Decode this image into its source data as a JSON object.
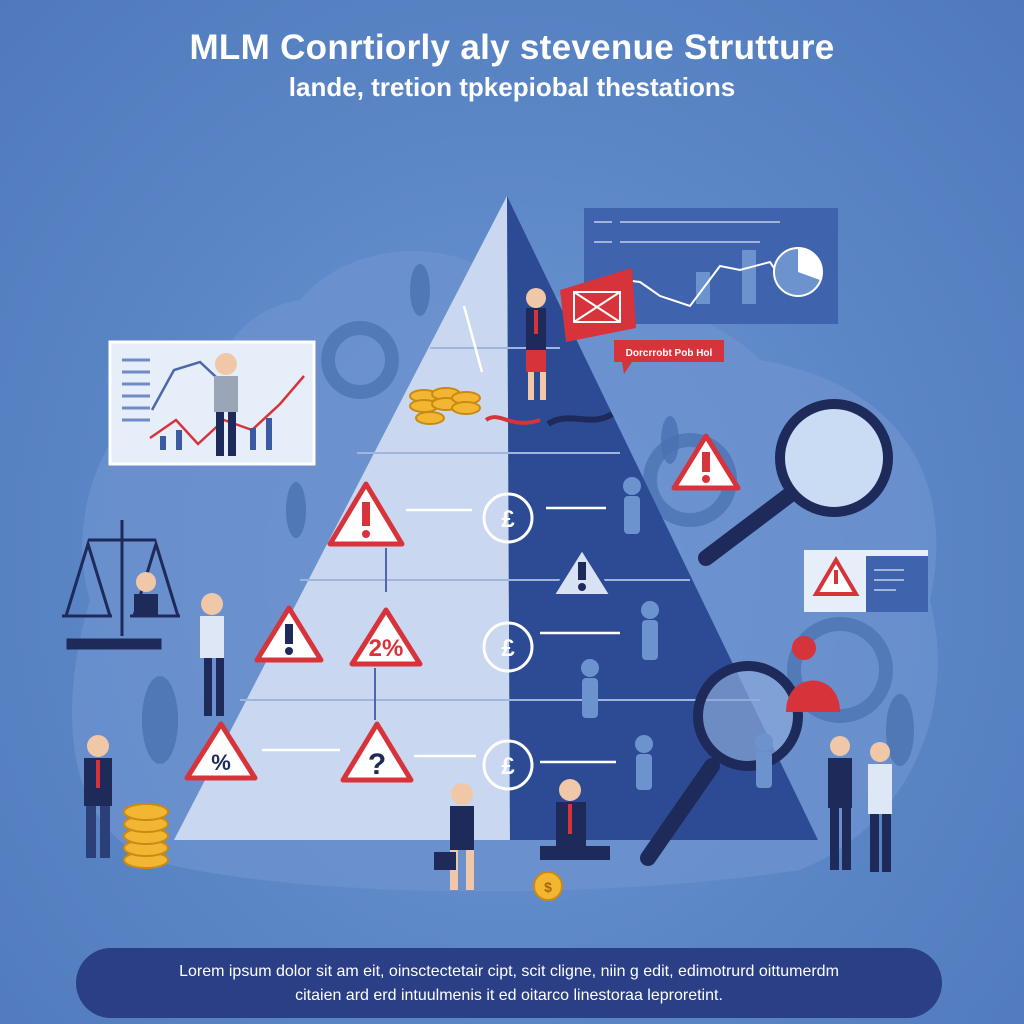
{
  "header": {
    "title": "MLM Conrtiorly aly stevenue Strutture",
    "subtitle": "lande, tretion tpkepiobal thestations"
  },
  "tag": {
    "text": "Dorcrrobt Pob Hol"
  },
  "footer": {
    "line1": "Lorem ipsum dolor sit am eit, oinsctectetair cipt, scit cligne, niin g edit, edimotrurd oittumerdm",
    "line2": "citaien ard erd intuulmenis it ed oitarco linestoraa leproretint."
  },
  "colors": {
    "background": "#5b86c6",
    "pyramid_light": "#c9d7f0",
    "pyramid_dark": "#2d4b95",
    "warning_red": "#d7333b",
    "coin_gold": "#f2b632",
    "footer_bg": "#2a3f86"
  },
  "pyramid_symbols": {
    "light_side": [
      "warning",
      "warning",
      "percent-2",
      "percent",
      "question"
    ],
    "dark_side": [
      "warning",
      "warning"
    ],
    "currency": [
      "£",
      "£",
      "£"
    ]
  }
}
